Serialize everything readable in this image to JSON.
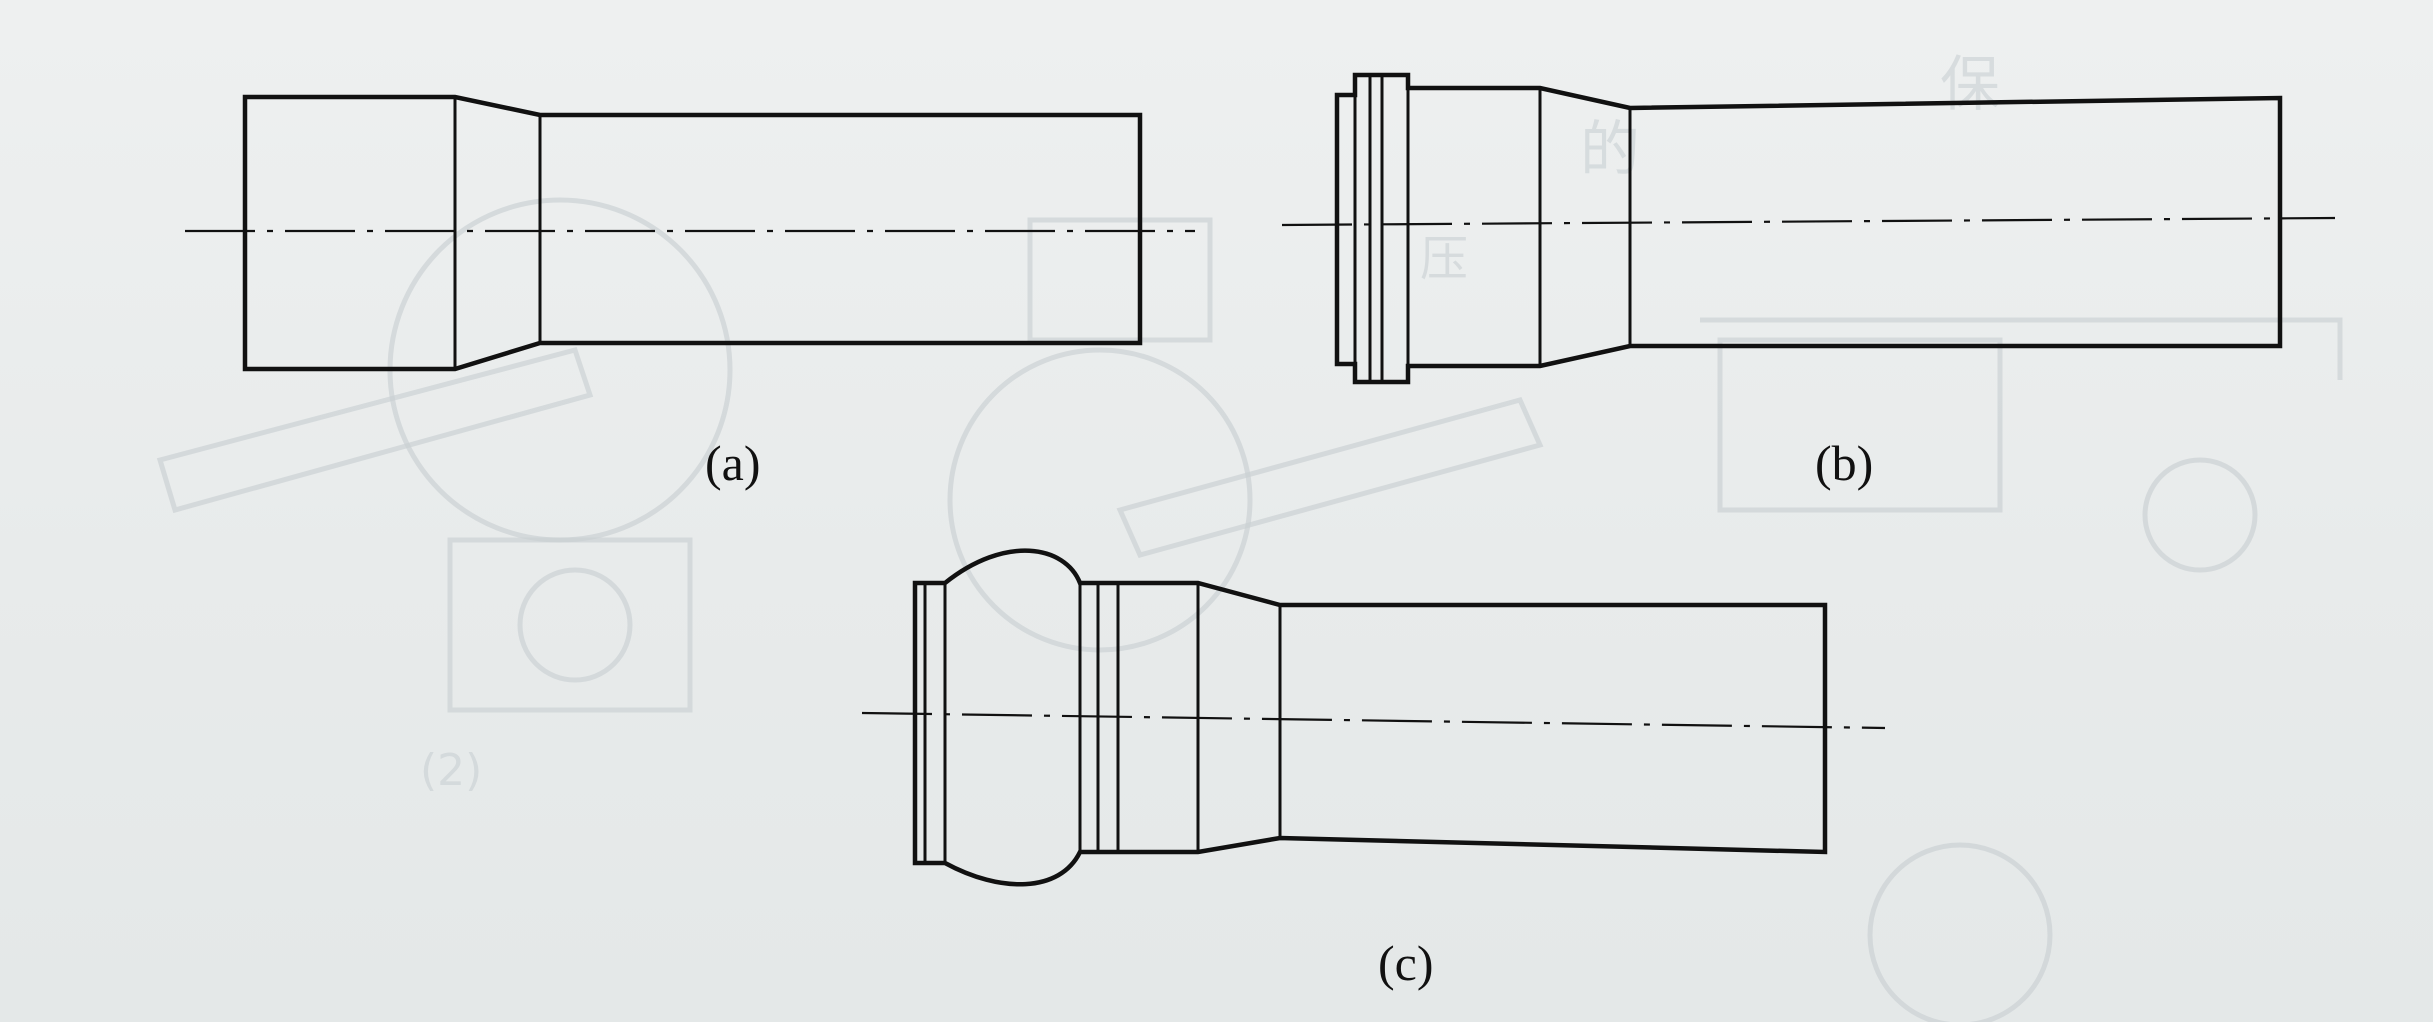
{
  "figure": {
    "captions": {
      "a": "(a)",
      "b": "(b)",
      "c": "(c)"
    },
    "line_color": "#111111",
    "paper_color": "#e9ecec",
    "bleed_through_color": "#c9d0d3"
  }
}
